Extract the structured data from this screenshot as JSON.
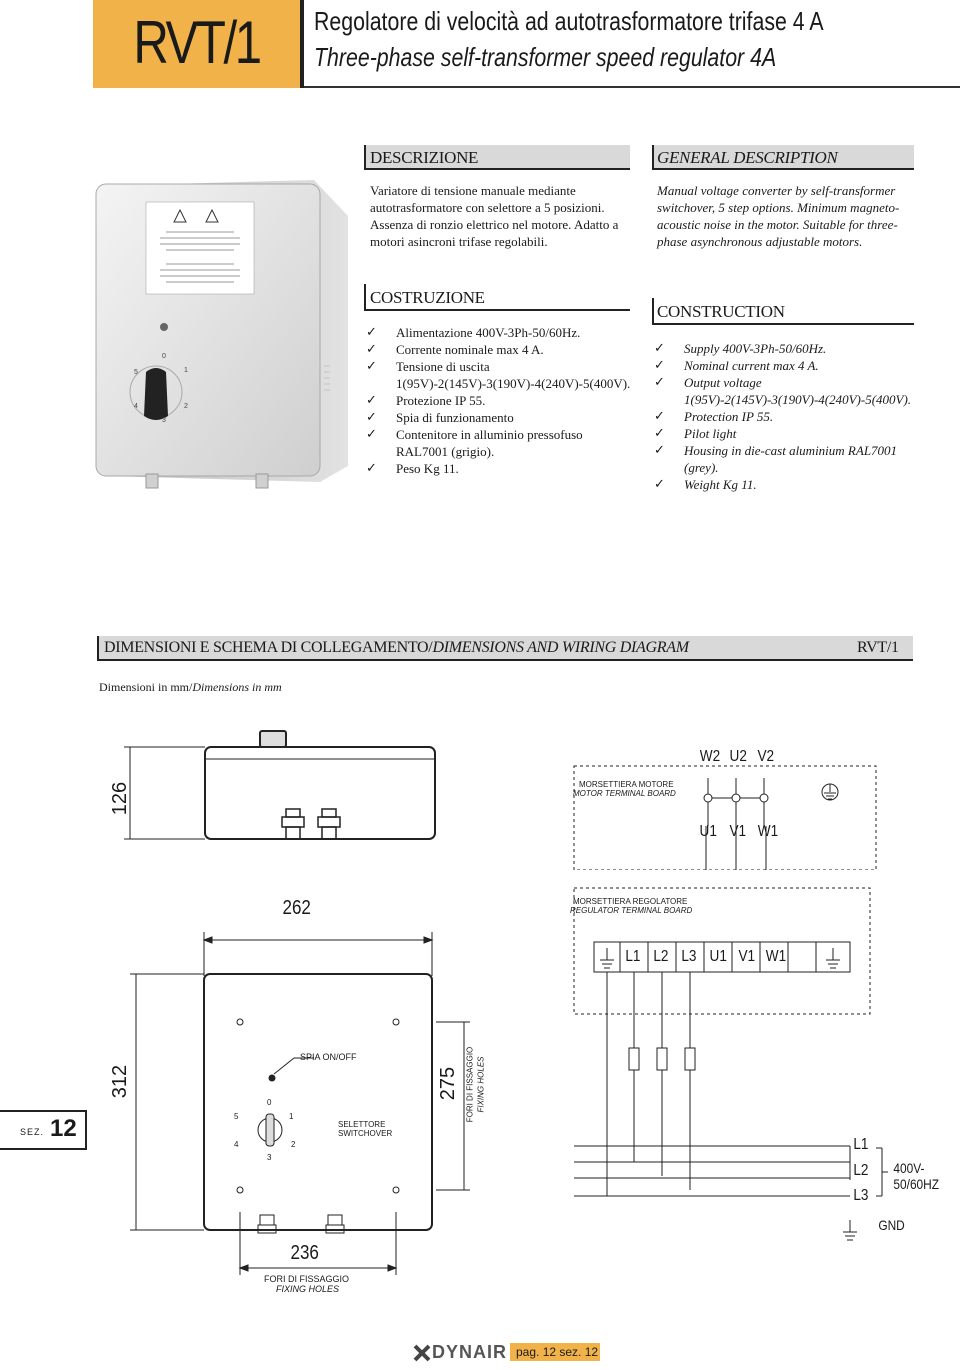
{
  "header": {
    "code": "RVT/1",
    "title_it": "Regolatore di velocità ad autotrasformatore trifase 4 A",
    "title_en": "Three-phase self-transformer speed regulator 4A"
  },
  "descrizione": {
    "heading": "DESCRIZIONE",
    "text": "Variatore di tensione manuale mediante autotrasformatore con selettore a 5 posizioni. Assenza di ronzio elettrico nel motore. Adatto a motori asincroni trifase regolabili."
  },
  "general": {
    "heading": "GENERAL DESCRIPTION",
    "text": "Manual voltage converter by self-transformer switchover, 5 step options. Minimum magneto-acoustic noise in the motor. Suitable for three-phase asynchronous adjustable motors."
  },
  "costruzione": {
    "heading": "COSTRUZIONE",
    "items": [
      "Alimentazione 400V-3Ph-50/60Hz.",
      "Corrente nominale max 4 A.",
      "Tensione di uscita 1(95V)-2(145V)-3(190V)-4(240V)-5(400V).",
      "Protezione IP 55.",
      "Spia di funzionamento",
      "Contenitore in alluminio pressofuso RAL7001 (grigio).",
      "Peso Kg 11."
    ]
  },
  "construction": {
    "heading": "CONSTRUCTION",
    "items": [
      "Supply 400V-3Ph-50/60Hz.",
      "Nominal current max 4 A.",
      "Output voltage 1(95V)-2(145V)-3(190V)-4(240V)-5(400V).",
      "Protection IP 55.",
      "Pilot light",
      "Housing in die-cast aluminium RAL7001 (grey).",
      "Weight Kg 11."
    ]
  },
  "dimensions": {
    "heading_it": "DIMENSIONI E SCHEMA DI COLLEGAMENTO/",
    "heading_en": "DIMENSIONS AND WIRING DIAGRAM",
    "code": "RVT/1",
    "units_it": "Dimensioni in mm/",
    "units_en": "Dimensions in mm",
    "dim_126": "126",
    "dim_262": "262",
    "dim_312": "312",
    "dim_275": "275",
    "dim_236": "236",
    "spia": "SPIA ON/OFF",
    "selettore": "SELETTORE",
    "switchover": "SWITCHOVER",
    "fori_it": "FORI DI FISSAGGIO",
    "fori_en": "FIXING HOLES",
    "dial": [
      "0",
      "1",
      "2",
      "3",
      "4",
      "5"
    ]
  },
  "wiring": {
    "motor_board_it": "MORSETTIERA MOTORE",
    "motor_board_en": "MOTOR TERMINAL BOARD",
    "motor_top": [
      "W2",
      "U2",
      "V2"
    ],
    "motor_bottom": [
      "U1",
      "V1",
      "W1"
    ],
    "reg_board_it": "MORSETTIERA REGOLATORE",
    "reg_board_en": "REGULATOR TERMINAL BOARD",
    "reg_terminals": [
      "L1",
      "L2",
      "L3",
      "U1",
      "V1",
      "W1"
    ],
    "lines": [
      "L1",
      "L2",
      "L3"
    ],
    "supply": "400V-50/60HZ",
    "gnd": "GND"
  },
  "footer": {
    "sez_label": "SEZ.",
    "sez_num": "12",
    "brand": "DYNAIR",
    "page": "pag. 12 sez. 12"
  }
}
